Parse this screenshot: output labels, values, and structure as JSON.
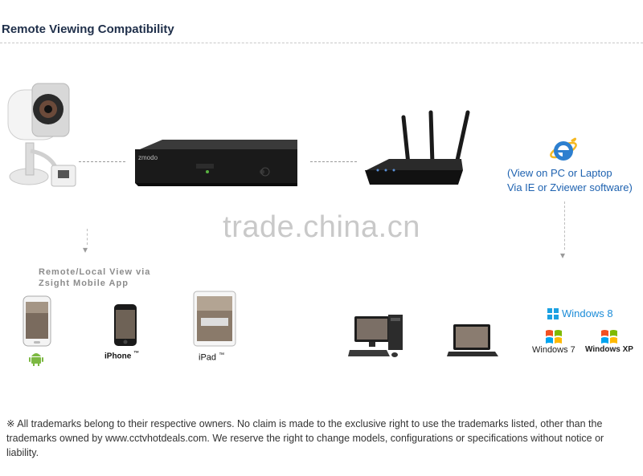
{
  "header": {
    "title": "Remote Viewing Compatibility"
  },
  "watermark": "trade.china.cn",
  "mobile": {
    "caption_line1": "Remote/Local View via",
    "caption_line2": "Zsight Mobile App",
    "iphone_label": "iPhone",
    "ipad_label": "iPad",
    "tm": "™"
  },
  "dvr_brand": "zmodo",
  "pc": {
    "caption_line1": "(View on PC or Laptop",
    "caption_line2": "Via IE or Zviewer software)"
  },
  "os": {
    "windows8": "Windows 8",
    "windows7": "Windows 7",
    "windowsxp": "Windows XP"
  },
  "footer": {
    "mark": "※",
    "text": "All trademarks belong to their respective owners. No claim is made to the exclusive right to use the trademarks listed, other than the trademarks owned by www.cctvhotdeals.com. We reserve the right to change models, configurations or specifications without notice or liability."
  },
  "colors": {
    "title": "#1f2f4a",
    "link_blue": "#1e62b0",
    "android_green": "#7cb842"
  }
}
